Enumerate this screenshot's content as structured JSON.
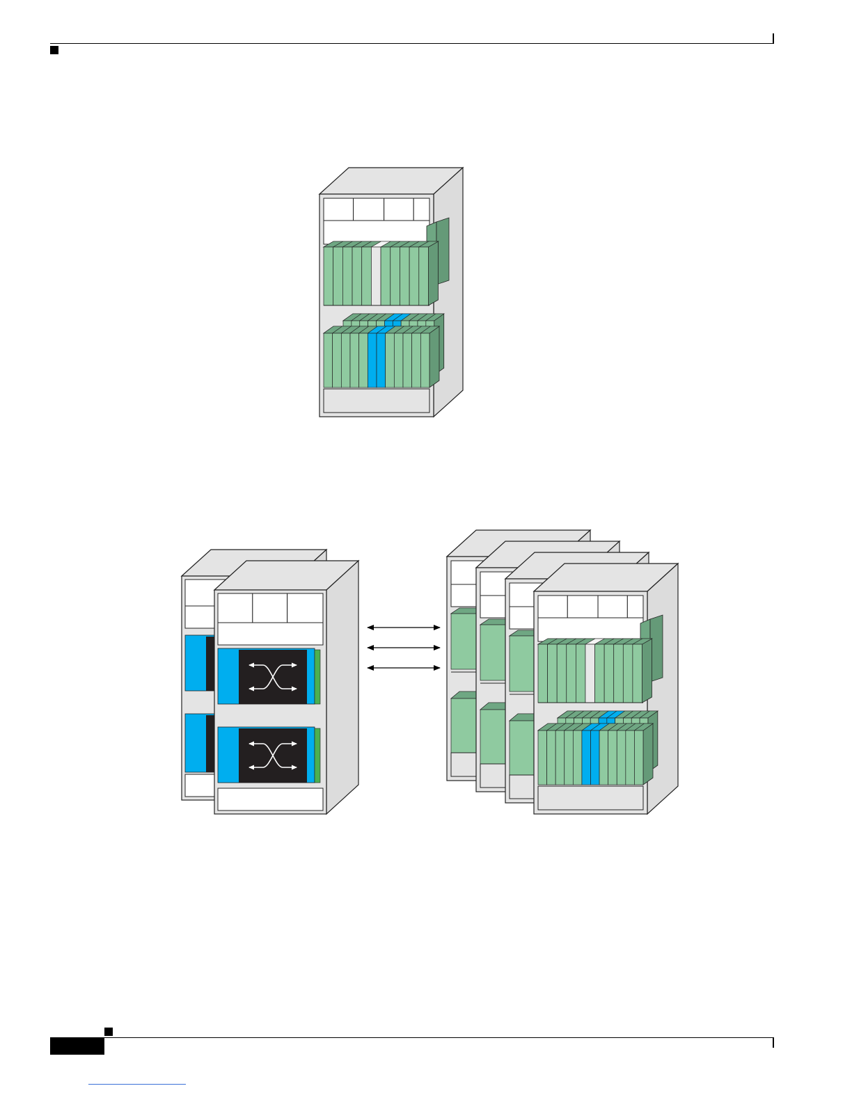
{
  "colors": {
    "chassis_face": "#e4e4e4",
    "chassis_side": "#dcdcdc",
    "card_front": "#8fcaa0",
    "card_top": "#6fa783",
    "card_side": "#659a78",
    "card_highlight": "#00aeef",
    "fabric_panel": "#231f20",
    "fabric_stripe": "#4cb050",
    "line": "#222222"
  },
  "figures": [
    {
      "name": "single-chassis-system",
      "chassis_count": 1
    },
    {
      "name": "multi-chassis-system",
      "fabric_chassis_count": 2,
      "line_card_chassis_count": 4,
      "link_arrows": 3
    }
  ]
}
